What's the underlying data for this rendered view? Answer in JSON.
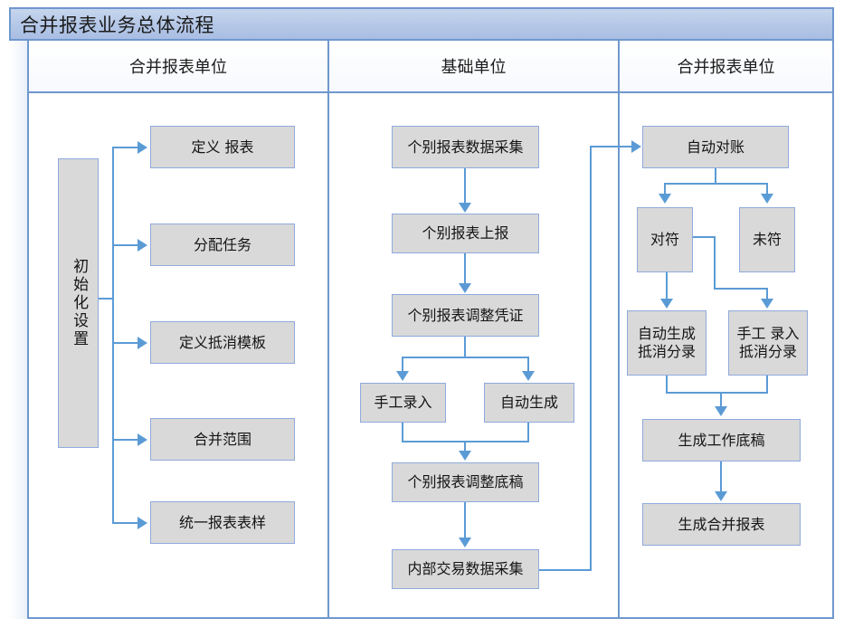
{
  "diagram": {
    "title": "合并报表业务总体流程",
    "columns": [
      {
        "label": "合并报表单位"
      },
      {
        "label": "基础单位"
      },
      {
        "label": "合并报表单位"
      }
    ],
    "colors": {
      "title_bar": "#b4c7e7",
      "frame_border": "#6f97cd",
      "node_fill": "#d9d9d9",
      "node_border": "#8faadc",
      "connector": "#5b9bd5"
    },
    "nodes": {
      "init_setup": "初始化设置",
      "define_report": "定义 报表",
      "assign_task": "分配任务",
      "define_offset_template": "定义抵消模板",
      "merge_scope": "合并范围",
      "unify_report_form": "统一报表表样",
      "individual_collect": "个别报表数据采集",
      "individual_submit": "个别报表上报",
      "individual_adjust_voucher": "个别报表调整凭证",
      "manual_entry": "手工录入",
      "auto_generate": "自动生成",
      "individual_adjust_draft": "个别报表调整底稿",
      "internal_trade_collect": "内部交易数据采集",
      "auto_reconcile": "自动对账",
      "matched": "对符",
      "unmatched": "未符",
      "auto_offset_entry": "自动生成\n抵消分录",
      "manual_offset_entry": "手工 录入\n抵消分录",
      "generate_worksheet": "生成工作底稿",
      "generate_consolidated": "生成合并报表"
    }
  }
}
